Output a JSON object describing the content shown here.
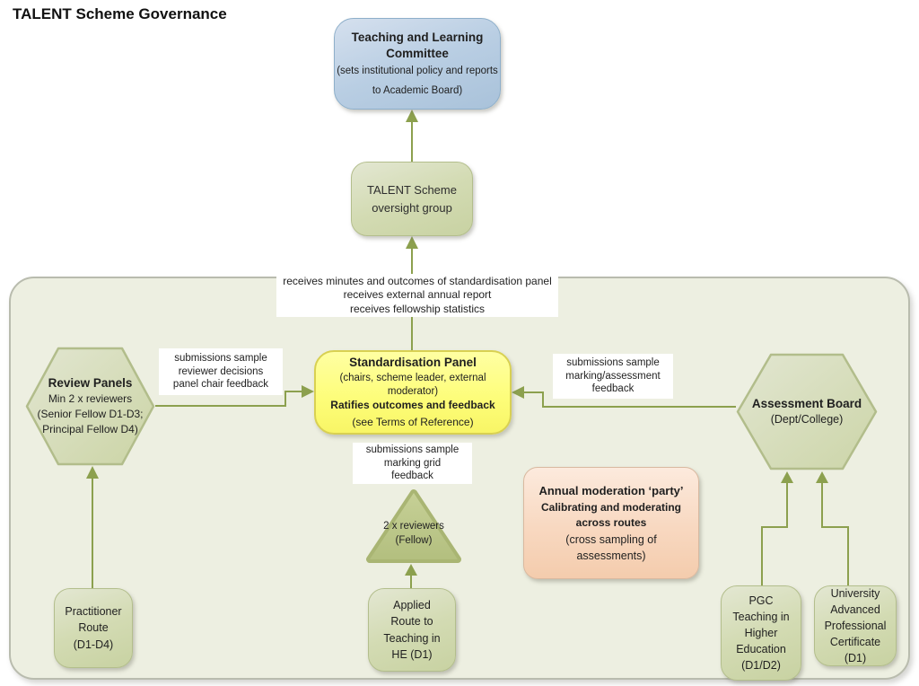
{
  "title": "TALENT Scheme Governance",
  "colors": {
    "arrow": "#8ca04e",
    "container_bg": "#edefe1",
    "blue_node": "#b9cee3",
    "green_node": "#d3dbb3",
    "yellow_node": "#fdfd78",
    "peach_node": "#f8d8c0"
  },
  "nodes": {
    "committee": {
      "line1": "Teaching and Learning",
      "line2": "Committee",
      "sub1": "(sets institutional policy and reports",
      "sub2": "to Academic Board)"
    },
    "oversight": {
      "line1": "TALENT Scheme",
      "line2": "oversight group"
    },
    "standardisation": {
      "title": "Standardisation Panel",
      "sub1": "(chairs, scheme leader, external",
      "sub2": "moderator)",
      "sub3": "Ratifies outcomes and feedback",
      "sub4": "(see Terms of Reference)"
    },
    "review_panels": {
      "title": "Review Panels",
      "sub1": "Min 2 x reviewers",
      "sub2": "(Senior Fellow D1-D3;",
      "sub3": "Principal Fellow D4)"
    },
    "assessment_board": {
      "title": "Assessment Board",
      "sub1": "(Dept/College)"
    },
    "reviewers_triangle": {
      "line1": "2 x reviewers",
      "line2": "(Fellow)"
    },
    "moderation_party": {
      "line1": "Annual moderation ‘party’",
      "line2": "Calibrating and moderating",
      "line3": "across routes",
      "line4": "(cross sampling of",
      "line5": "assessments)"
    },
    "practitioner_route": {
      "line1": "Practitioner",
      "line2": "Route",
      "line3": "(D1-D4)"
    },
    "applied_route": {
      "line1": "Applied",
      "line2": "Route to",
      "line3": "Teaching in",
      "line4": "HE (D1)"
    },
    "pgc_route": {
      "line1": "PGC",
      "line2": "Teaching in",
      "line3": "Higher",
      "line4": "Education",
      "line5": "(D1/D2)"
    },
    "uapc_route": {
      "line1": "University",
      "line2": "Advanced",
      "line3": "Professional",
      "line4": "Certificate",
      "line5": "(D1)"
    }
  },
  "labels": {
    "to_oversight": [
      "receives minutes and outcomes of standardisation panel",
      "receives external annual report",
      "receives fellowship statistics"
    ],
    "review_to_panel": [
      "submissions sample",
      "reviewer decisions",
      "panel chair feedback"
    ],
    "board_to_panel": [
      "submissions sample",
      "marking/assessment",
      "feedback"
    ],
    "triangle_to_panel": [
      "submissions sample",
      "marking grid",
      "feedback"
    ]
  }
}
